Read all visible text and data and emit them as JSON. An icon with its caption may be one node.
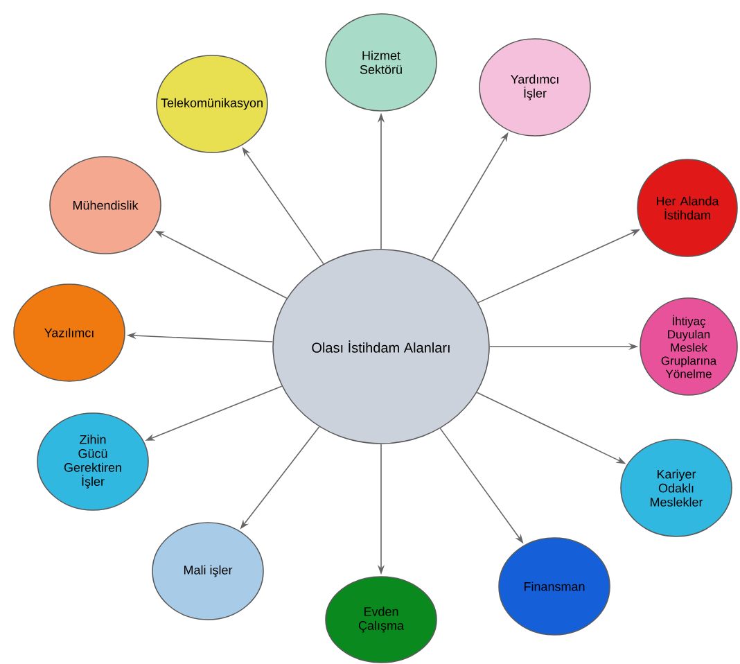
{
  "diagram": {
    "nodes": [
      {
        "text": [
          "Olası İstihdam Alanları"
        ]
      },
      {
        "text": [
          "Hizmet Sektörü"
        ]
      },
      {
        "text": [
          "Yardımcı İşler"
        ]
      },
      {
        "text": [
          "Her Alanda İstihdam"
        ]
      },
      {
        "text": [
          "İhtiyaç Duyulan Meslek Gruplarına Yönelme"
        ]
      },
      {
        "text": [
          "Kariyer Odaklı Meslekler"
        ]
      },
      {
        "text": [
          "Finansman"
        ]
      },
      {
        "text": [
          "Evden Çalışma"
        ]
      },
      {
        "text": [
          "Mali işler"
        ]
      },
      {
        "text": [
          "Zihin Gücü Gerektiren İşler"
        ]
      },
      {
        "text": [
          "Yazılımcı"
        ]
      },
      {
        "text": [
          "Mühendislik"
        ]
      },
      {
        "text": [
          "Telekomünikasyon"
        ]
      }
    ],
    "edges": [
      {
        "from": 0,
        "to": 1,
        "arrow": "to"
      },
      {
        "from": 0,
        "to": 2,
        "arrow": "to"
      },
      {
        "from": 0,
        "to": 3,
        "arrow": "to"
      },
      {
        "from": 0,
        "to": 4,
        "arrow": "to"
      },
      {
        "from": 0,
        "to": 5,
        "arrow": "to"
      },
      {
        "from": 0,
        "to": 6,
        "arrow": "to"
      },
      {
        "from": 0,
        "to": 7,
        "arrow": "to"
      },
      {
        "from": 0,
        "to": 8,
        "arrow": "to"
      },
      {
        "from": 0,
        "to": 9,
        "arrow": "to"
      },
      {
        "from": 0,
        "to": 10,
        "arrow": "to"
      },
      {
        "from": 0,
        "to": 11,
        "arrow": "to"
      },
      {
        "from": 0,
        "to": 12,
        "arrow": "to"
      }
    ]
  }
}
